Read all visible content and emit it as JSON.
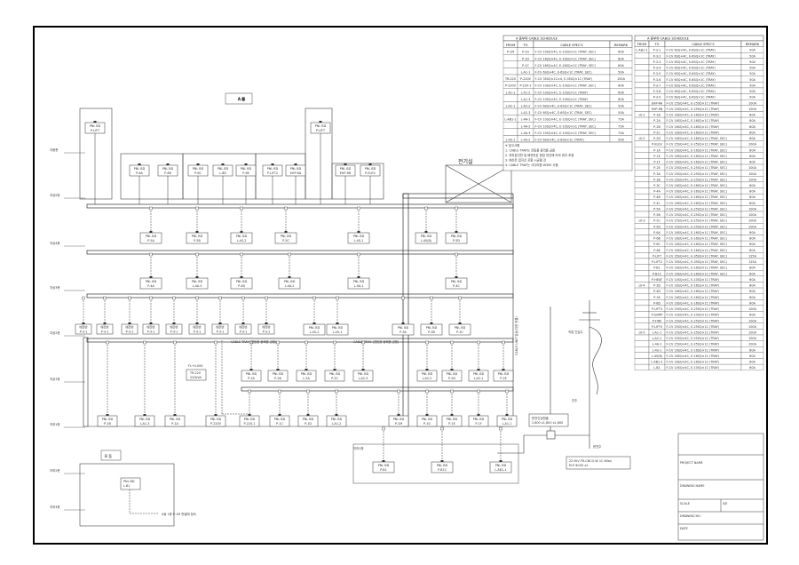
{
  "building": {
    "name": "A 동"
  },
  "building_b": {
    "name": "B 동",
    "panel_line1": "PNL BD",
    "panel_line2": "L-B1",
    "note": "A동 1층 P-1M 판넬에 접속"
  },
  "electrical_room": "전기실",
  "floors": [
    "지붕층",
    "지상5층",
    "지상4층",
    "지상3층",
    "지상2층",
    "지상1층",
    "지하1층",
    "지하2층",
    "지하3층"
  ],
  "rooftop_panels": [
    {
      "l1": "PNL BD",
      "l2": "P-LIFT"
    },
    {
      "l1": "PNL BD",
      "l2": "P-6A"
    },
    {
      "l1": "PNL BD",
      "l2": "P-6B"
    },
    {
      "l1": "PNL BD",
      "l2": "P-6C"
    },
    {
      "l1": "PNL BD",
      "l2": "L-6D"
    },
    {
      "l1": "PNL BD",
      "l2": "P-6E"
    },
    {
      "l1": "PNL BD",
      "l2": "P-LIFT2"
    },
    {
      "l1": "PNL BD",
      "l2": "EHP-RA"
    },
    {
      "l1": "PNL BD",
      "l2": "EHP-RB"
    },
    {
      "l1": "PNL BD",
      "l2": "P-ELEV"
    },
    {
      "l1": "PNL BD",
      "l2": "P-LIFT"
    }
  ],
  "floor5_panels": [
    {
      "l1": "PNL BD",
      "l2": "P-5A"
    },
    {
      "l1": "PNL BD",
      "l2": "P-5B"
    },
    {
      "l1": "PNL BD",
      "l2": "L-4S-2"
    },
    {
      "l1": "PNL BD",
      "l2": "P-5C"
    },
    {
      "l1": "PNL BD",
      "l2": "L-4S-1"
    },
    {
      "l1": "PNL BD",
      "l2": "L-4S(B)"
    },
    {
      "l1": "PNL BD",
      "l2": "P-5D"
    }
  ],
  "floor4_panels": [
    {
      "l1": "PNL BD",
      "l2": "P-4A"
    },
    {
      "l1": "PNL BD",
      "l2": "L-4A-3"
    },
    {
      "l1": "PNL BD",
      "l2": "P-4B"
    },
    {
      "l1": "PNL BD",
      "l2": "L-4A-2"
    },
    {
      "l1": "PNL BD",
      "l2": "L-4A-1"
    },
    {
      "l1": "PNL BD",
      "l2": "P-4C"
    }
  ],
  "floor3_small": [
    {
      "l1": "배전반",
      "l2": "P-3-1"
    },
    {
      "l1": "배전반",
      "l2": "P-3-1"
    },
    {
      "l1": "배전반",
      "l2": "P-3-1"
    },
    {
      "l1": "배전반",
      "l2": "P-3-1"
    },
    {
      "l1": "배전반",
      "l2": "P-3-1"
    },
    {
      "l1": "배전반",
      "l2": "P-3-1"
    },
    {
      "l1": "배전반",
      "l2": "P-3-1"
    },
    {
      "l1": "배전반",
      "l2": "P-3-1"
    },
    {
      "l1": "배전반",
      "l2": "P-3-1"
    }
  ],
  "floor3_panels": [
    {
      "l1": "PNL BD",
      "l2": "L-4S-2"
    },
    {
      "l1": "PNL BD",
      "l2": "L-4S-1"
    },
    {
      "l1": "PNL BD",
      "l2": "P-3A"
    },
    {
      "l1": "PNL BD",
      "l2": "P-3B"
    },
    {
      "l1": "PNL BD",
      "l2": "P-3C"
    }
  ],
  "tray_labels": [
    "CABLE TRAY (전등용 동력용 공용)",
    "CABLE TRAY (전등용 동력용 공용)"
  ],
  "floor2_panels": [
    {
      "l1": "PNL BD",
      "l2": "P-2A"
    },
    {
      "l1": "PNL BD",
      "l2": "P-2B"
    },
    {
      "l1": "PNL BD",
      "l2": "L-2A"
    },
    {
      "l1": "PNL BD",
      "l2": "P-2C"
    },
    {
      "l1": "PNL BD",
      "l2": "L-A2-3"
    },
    {
      "l1": "PNL BD",
      "l2": "L-A2-2"
    },
    {
      "l1": "PNL BD",
      "l2": "P-2D"
    },
    {
      "l1": "PNL BD",
      "l2": "L-A2-1"
    },
    {
      "l1": "PNL BD",
      "l2": "P-2E"
    }
  ],
  "tr": {
    "fl": "FL+0.000",
    "l1": "TR-220",
    "l2": "220kVA"
  },
  "floor1_panels": [
    {
      "l1": "PNL BD",
      "l2": "P-1B"
    },
    {
      "l1": "PNL BD",
      "l2": "L-A1-3"
    },
    {
      "l1": "PNL BD",
      "l2": "P-1A"
    },
    {
      "l1": "PNL BD",
      "l2": "P-220V"
    },
    {
      "l1": "PNL BD",
      "l2": "P-220-1"
    },
    {
      "l1": "PNL BD",
      "l2": "P-1C"
    },
    {
      "l1": "PNL BD",
      "l2": "P-1D"
    },
    {
      "l1": "PNL BD",
      "l2": "L-A1-2"
    },
    {
      "l1": "PNL BD",
      "l2": "P-1M"
    },
    {
      "l1": "PNL BD",
      "l2": "P-1G"
    },
    {
      "l1": "PNL BD",
      "l2": "P-1E"
    },
    {
      "l1": "PNL BD",
      "l2": "P-1F"
    },
    {
      "l1": "PNL BD",
      "l2": "L-A1-1"
    }
  ],
  "basement_panels": [
    {
      "l1": "PNL BD",
      "l2": "P-B1"
    },
    {
      "l1": "PNL BD",
      "l2": "P-B1C"
    },
    {
      "l1": "PNL BD",
      "l2": "L-AB1-1"
    }
  ],
  "basement_label": "지하1층",
  "substation": {
    "l1": "한전인입맨홀",
    "l2": "2,800 x1,800 x1,800",
    "cable_l1": "22.9kV FR-CNCO-W 1C 60sq",
    "cable_l2": "ELP Φ150 x2",
    "riser": "CABLE UNIT 입상(각층 연결)",
    "pole_labels": [
      "직접 인입주",
      "전주",
      "한전주"
    ]
  },
  "table1": {
    "title": "A 동부하 CABLE SCHEDULE",
    "headers": [
      "FROM",
      "TO",
      "CABLE SPEC'S",
      "REMARK"
    ],
    "rows": [
      [
        "P-1M",
        "P-1G",
        "F-CV 10SQ×4C, E-10SQ×1C (TRAY, SEC)",
        "60A"
      ],
      [
        "",
        "P-1D",
        "F-CV 16SQ×4C, E-16SQ×1C (TRAY, SEC)",
        "80A"
      ],
      [
        "",
        "P-1C",
        "F-CV 16SQ×4C, E-16SQ×1C (TRAY, SEC)",
        "80A"
      ],
      [
        "",
        "L-A1-1",
        "F-CV 6SQ×4C, E-6SQ×1C (TRAY, SEC)",
        "50A"
      ],
      [
        "TR-220",
        "P-220V",
        "F-CV 35SQ×1C×4, E-35SQ×1C (TRAY)",
        "150A"
      ],
      [
        "P-220V",
        "P-220-1",
        "F-CV 10SQ×4C, E-10SQ×1C (TRAY, SEC)",
        "60A"
      ],
      [
        "L-A1-1",
        "L-A1-2",
        "F-CV 10SQ×4C, E-10SQ×1C (TRAY)",
        "60A"
      ],
      [
        "",
        "L-A1-3",
        "F-CV 10SQ×4C, E-10SQ×1C (TRAY)",
        "60A"
      ],
      [
        "L-A2-1",
        "L-A2-2",
        "F-CV 6SQ×4C, E-6SQ×1C (TRAY, SEC)",
        "50A"
      ],
      [
        "",
        "L-A2-3",
        "F-CV 6SQ×4C, E-6SQ×1C (TRAY, SEC)",
        "50A"
      ],
      [
        "L-AB1-1",
        "L-4A-1",
        "F-CV 10SQ×4C, E-10SQ×1C (TRAY, SEC)",
        "75A"
      ],
      [
        "",
        "L-4A-2",
        "F-CV 10SQ×4C, E-10SQ×1C (TRAY, SEC)",
        "75A"
      ],
      [
        "",
        "L-4A-3",
        "F-CV 10SQ×4C, E-10SQ×1C (TRAY, SEC)",
        "75A"
      ],
      [
        "L-4S-1",
        "L-4S-2",
        "F-CV 6SQ×4C, E-6SQ×1C (TRAY)",
        "50A"
      ]
    ],
    "notes": [
      "※ 참고사항",
      "1. CABLE TRAY는 전등용 동력용 공용",
      "2. 부하분전반 및 배전반은 현장 여건에 따라 위치 조정",
      "3. 배선은 접지선 포함 시공할 것",
      "4. CABLE TRAY는 사다리형 W300 사용"
    ]
  },
  "table2": {
    "title": "A 동부하 CABLE SCHEDULE",
    "headers": [
      "FROM",
      "TO",
      "CABLE SPEC'S",
      "REMARK"
    ],
    "rows": [
      [
        "L-AB1-1",
        "P-3-1",
        "F-CV 6SQ×4C, E-6SQ×1C (TRAY)",
        "50A"
      ],
      [
        "",
        "P-3-2",
        "F-CV 6SQ×4C, E-6SQ×1C (TRAY)",
        "50A"
      ],
      [
        "",
        "P-3-3",
        "F-CV 6SQ×4C, E-6SQ×1C (TRAY)",
        "50A"
      ],
      [
        "",
        "P-3-4",
        "F-CV 6SQ×4C, E-6SQ×1C (TRAY)",
        "50A"
      ],
      [
        "",
        "P-3-5",
        "F-CV 6SQ×4C, E-6SQ×1C (TRAY)",
        "50A"
      ],
      [
        "",
        "P-3-6",
        "F-CV 6SQ×4C, E-6SQ×1C (TRAY)",
        "50A"
      ],
      [
        "",
        "P-3-7",
        "F-CV 6SQ×4C, E-6SQ×1C (TRAY)",
        "50A"
      ],
      [
        "",
        "P-3-8",
        "F-CV 6SQ×4C, E-6SQ×1C (TRAY)",
        "50A"
      ],
      [
        "",
        "P-3-9",
        "F-CV 6SQ×4C, E-6SQ×1C (TRAY)",
        "50A"
      ],
      [
        "",
        "EHP-RA",
        "F-CV 25SQ×4C, E-25SQ×1C (TRAY)",
        "100A"
      ],
      [
        "",
        "EHP-RB",
        "F-CV 25SQ×4C, E-25SQ×1C (TRAY)",
        "100A"
      ],
      [
        "LV-1",
        "P-1B",
        "F-CV 16SQ×4C, E-16SQ×1C (TRAY)",
        "80A"
      ],
      [
        "",
        "P-2A",
        "F-CV 16SQ×4C, E-16SQ×1C (TRAY)",
        "80A"
      ],
      [
        "",
        "P-2B",
        "F-CV 16SQ×4C, E-16SQ×1C (TRAY)",
        "80A"
      ],
      [
        "",
        "P-2C",
        "F-CV 16SQ×4C, E-16SQ×1C (TRAY)",
        "80A"
      ],
      [
        "LV-2",
        "P-2D",
        "F-CV 16SQ×4C, E-16SQ×1C (TRAY, SEC)",
        "80A"
      ],
      [
        "",
        "P-ELEV",
        "F-CV 25SQ×4C, E-25SQ×1C (TRAY, SEC)",
        "100A"
      ],
      [
        "",
        "P-1A",
        "F-CV 16SQ×4C, E-16SQ×1C (TRAY, SEC)",
        "80A"
      ],
      [
        "",
        "P-1E",
        "F-CV 16SQ×4C, E-16SQ×1C (TRAY, SEC)",
        "80A"
      ],
      [
        "",
        "P-1F",
        "F-CV 16SQ×4C, E-16SQ×1C (TRAY, SEC)",
        "80A"
      ],
      [
        "",
        "P-2E",
        "F-CV 25SQ×4C, E-25SQ×1C (TRAY, SEC)",
        "100A"
      ],
      [
        "",
        "P-3A",
        "F-CV 25SQ×4C, E-25SQ×1C (TRAY, SEC)",
        "100A"
      ],
      [
        "",
        "P-3B",
        "F-CV 25SQ×4C, E-25SQ×1C (TRAY, SEC)",
        "100A"
      ],
      [
        "",
        "P-3C",
        "F-CV 16SQ×4C, E-16SQ×1C (TRAY, SEC)",
        "80A"
      ],
      [
        "",
        "P-4A",
        "F-CV 16SQ×4C, E-16SQ×1C (TRAY, SEC)",
        "80A"
      ],
      [
        "",
        "P-4B",
        "F-CV 16SQ×4C, E-16SQ×1C (TRAY, SEC)",
        "80A"
      ],
      [
        "",
        "P-4C",
        "F-CV 16SQ×4C, E-16SQ×1C (TRAY, SEC)",
        "80A"
      ],
      [
        "",
        "P-5A",
        "F-CV 25SQ×4C, E-25SQ×1C (TRAY, SEC)",
        "100A"
      ],
      [
        "",
        "P-5B",
        "F-CV 25SQ×4C, E-25SQ×1C (TRAY, SEC)",
        "100A"
      ],
      [
        "LV-3",
        "P-5C",
        "F-CV 25SQ×4C, E-25SQ×1C (TRAY, SEC)",
        "100A"
      ],
      [
        "",
        "P-5D",
        "F-CV 25SQ×4C, E-25SQ×1C (TRAY, SEC)",
        "100A"
      ],
      [
        "",
        "P-6A",
        "F-CV 16SQ×4C, E-16SQ×1C (TRAY, SEC)",
        "80A"
      ],
      [
        "",
        "P-6B",
        "F-CV 16SQ×4C, E-16SQ×1C (TRAY, SEC)",
        "80A"
      ],
      [
        "",
        "P-6C",
        "F-CV 16SQ×4C, E-16SQ×1C (TRAY, SEC)",
        "80A"
      ],
      [
        "",
        "P-6E",
        "F-CV 16SQ×4C, E-16SQ×1C (TRAY, SEC)",
        "80A"
      ],
      [
        "",
        "P-LIFT",
        "F-CV 35SQ×4C, E-35SQ×1C (TRAY, SEC)",
        "125A"
      ],
      [
        "",
        "P-LIFT2",
        "F-CV 35SQ×4C, E-35SQ×1C (TRAY, SEC)",
        "125A"
      ],
      [
        "",
        "P-B1",
        "F-CV 16SQ×4C, E-16SQ×1C (TRAY, SEC)",
        "80A"
      ],
      [
        "",
        "P-B1C",
        "F-CV 16SQ×4C, E-16SQ×1C (TRAY, SEC)",
        "80A"
      ],
      [
        "",
        "P-HEAT",
        "F-CV 10SQ×4C, E-10SQ×1C (TRAY)",
        "60A"
      ],
      [
        "LV-4",
        "P-3D",
        "F-CV 16SQ×4C, E-16SQ×1C (TRAY)",
        "80A"
      ],
      [
        "",
        "P-4D",
        "F-CV 16SQ×4C, E-16SQ×1C (TRAY)",
        "80A"
      ],
      [
        "",
        "P-5E",
        "F-CV 16SQ×4C, E-16SQ×1C (TRAY)",
        "80A"
      ],
      [
        "",
        "P-6D",
        "F-CV 16SQ×4C, E-16SQ×1C (TRAY)",
        "80A"
      ],
      [
        "",
        "P-LIFT3",
        "F-CV 25SQ×4C, E-25SQ×1C (TRAY)",
        "100A"
      ],
      [
        "",
        "P-SUMP",
        "F-CV 10SQ×4C, E-10SQ×1C (TRAY)",
        "60A"
      ],
      [
        "",
        "P-FIRE",
        "F-CV 25SQ×4C, E-25SQ×1C (TRAY)",
        "100A"
      ],
      [
        "",
        "P-LIFT4",
        "F-CV 25SQ×4C, E-25SQ×1C (TRAY)",
        "100A"
      ],
      [
        "LV-5",
        "L-A1-1",
        "F-CV 25SQ×4C, E-25SQ×1C (TRAY)",
        "100A"
      ],
      [
        "",
        "L-A2-1",
        "F-CV 25SQ×4C, E-25SQ×1C (TRAY)",
        "100A"
      ],
      [
        "",
        "L-4A-1",
        "F-CV 25SQ×4C, E-25SQ×1C (TRAY)",
        "100A"
      ],
      [
        "",
        "L-4S-1",
        "F-CV 16SQ×4C, E-16SQ×1C (TRAY)",
        "80A"
      ],
      [
        "",
        "L-4S(B)",
        "F-CV 16SQ×4C, E-16SQ×1C (TRAY)",
        "80A"
      ],
      [
        "",
        "L-AB1-1",
        "F-CV 16SQ×4C, E-16SQ×1C (TRAY)",
        "80A"
      ],
      [
        "",
        "L-B1",
        "F-CV 10SQ×4C, E-10SQ×1C (TRAY)",
        "60A"
      ]
    ]
  },
  "title_block": {
    "project_label": "PROJECT NAME",
    "drawing_label": "DRAWING NAME",
    "scale_label": "SCALE",
    "sheet_label": "S/E",
    "drawing_no_label": "DRAWING NO.",
    "date_label": "DATE"
  }
}
